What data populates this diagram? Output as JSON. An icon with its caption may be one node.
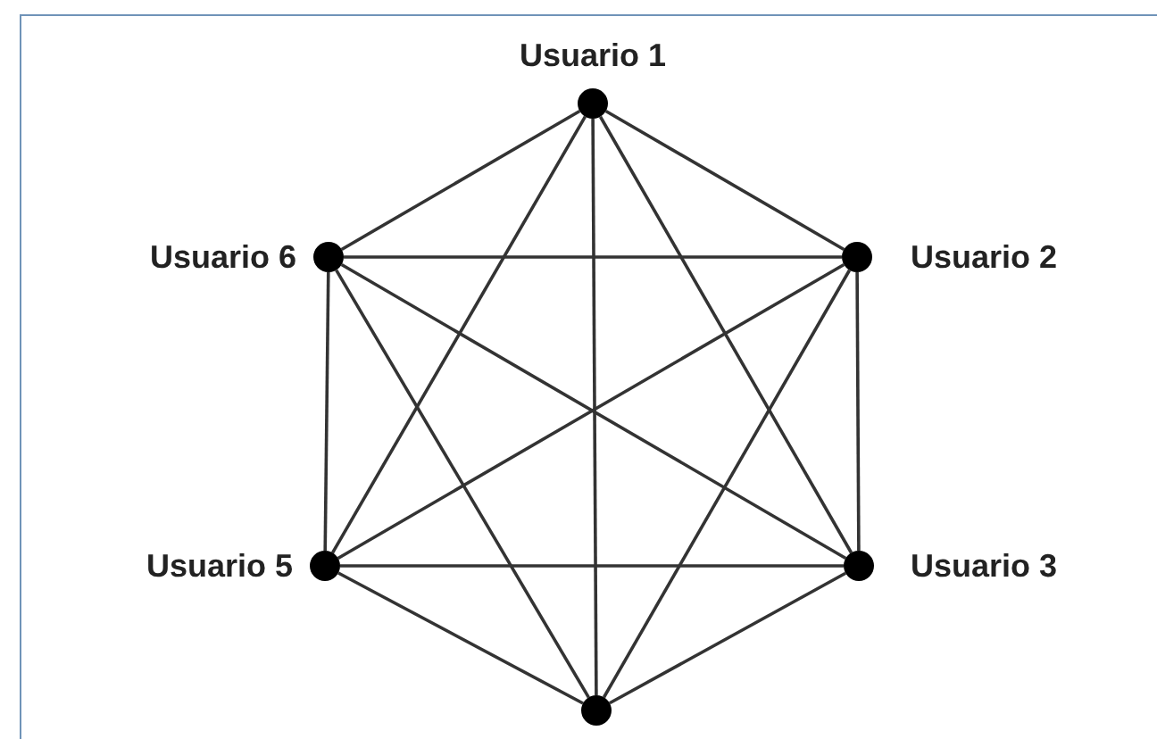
{
  "diagram": {
    "nodes": [
      {
        "text": [],
        "shape": "circle",
        "beside": [
          "Usuario 1"
        ]
      },
      {
        "text": [],
        "shape": "circle",
        "beside": [
          "Usuario 6"
        ]
      },
      {
        "text": [],
        "shape": "circle",
        "beside": [
          "Usuario 2"
        ]
      },
      {
        "text": [],
        "shape": "circle",
        "beside": [
          "Usuario 5"
        ]
      },
      {
        "text": [],
        "shape": "circle",
        "beside": [
          "Usuario 3"
        ]
      },
      {
        "text": [],
        "shape": "circle"
      }
    ],
    "edges": [
      {
        "from": 0,
        "to": 1,
        "arrow": "none"
      },
      {
        "from": 0,
        "to": 2,
        "arrow": "none"
      },
      {
        "from": 0,
        "to": 3,
        "arrow": "none"
      },
      {
        "from": 0,
        "to": 4,
        "arrow": "none"
      },
      {
        "from": 0,
        "to": 5,
        "arrow": "none"
      },
      {
        "from": 1,
        "to": 2,
        "arrow": "none"
      },
      {
        "from": 1,
        "to": 3,
        "arrow": "none"
      },
      {
        "from": 1,
        "to": 4,
        "arrow": "none"
      },
      {
        "from": 1,
        "to": 5,
        "arrow": "none"
      },
      {
        "from": 2,
        "to": 3,
        "arrow": "none"
      },
      {
        "from": 2,
        "to": 4,
        "arrow": "none"
      },
      {
        "from": 2,
        "to": 5,
        "arrow": "none"
      },
      {
        "from": 3,
        "to": 4,
        "arrow": "none"
      },
      {
        "from": 3,
        "to": 5,
        "arrow": "none"
      },
      {
        "from": 4,
        "to": 5,
        "arrow": "none"
      }
    ]
  }
}
